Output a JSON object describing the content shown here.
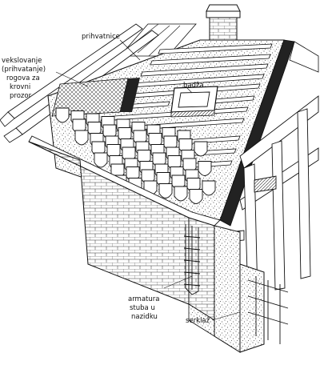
{
  "labels": {
    "prihvatnice": "prihvatnice",
    "vekslovanje_1": "vekslovanje",
    "vekslovanje_2": "(prihvatanje)",
    "vekslovanje_3": "rogova za",
    "vekslovanje_4": "krovni",
    "vekslovanje_5": "prozor",
    "badza": "badža",
    "armatura_1": "armatura",
    "armatura_2": "stuba u",
    "armatura_3": "nazidku",
    "serklaz": "serklaž"
  }
}
